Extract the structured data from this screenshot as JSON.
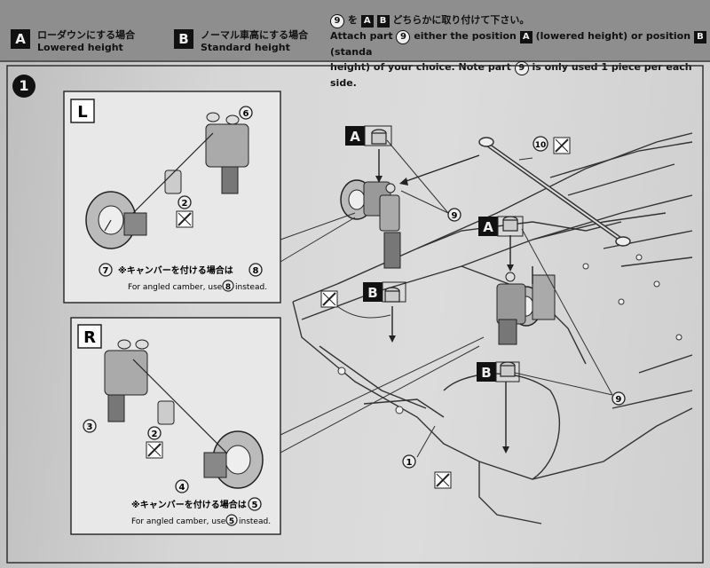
{
  "header": {
    "lowered": {
      "badge": "A",
      "jp": "ローダウンにする場合",
      "en": "Lowered height"
    },
    "standard": {
      "badge": "B",
      "jp": "ノーマル車高にする場合",
      "en": "Standard height"
    },
    "instruction": {
      "part": "9",
      "jp_mid": "を",
      "jp_end": "どちらかに取り付けて下さい。",
      "en1_a": "Attach part",
      "en1_b": "either the position",
      "en1_c": "(lowered height) or position",
      "en1_d": "(standa",
      "en2_a": "height) of your choice. Note part",
      "en2_b": "is only used 1 piece per each side.",
      "badge_a": "A",
      "badge_b": "B"
    }
  },
  "step_number": "1",
  "inset_left": {
    "label": "L",
    "part_6": "6",
    "part_2": "2",
    "part_7": "7",
    "note_prefix": "※キャンバーを付ける場合は",
    "note_part": "8",
    "note_en": "For angled camber, use",
    "note_en_part": "8",
    "note_en_end": "instead."
  },
  "inset_right": {
    "label": "R",
    "part_3": "3",
    "part_2": "2",
    "part_4": "4",
    "note_prefix": "※キャンバーを付ける場合は",
    "note_part": "5",
    "note_en": "For angled camber, use",
    "note_en_part": "5",
    "note_en_end": "instead."
  },
  "main": {
    "badge_a_top": "A",
    "badge_b_top": "B",
    "badge_a_right": "A",
    "badge_b_right": "B",
    "part_9a": "9",
    "part_9b": "9",
    "part_10": "10",
    "part_1": "1"
  }
}
